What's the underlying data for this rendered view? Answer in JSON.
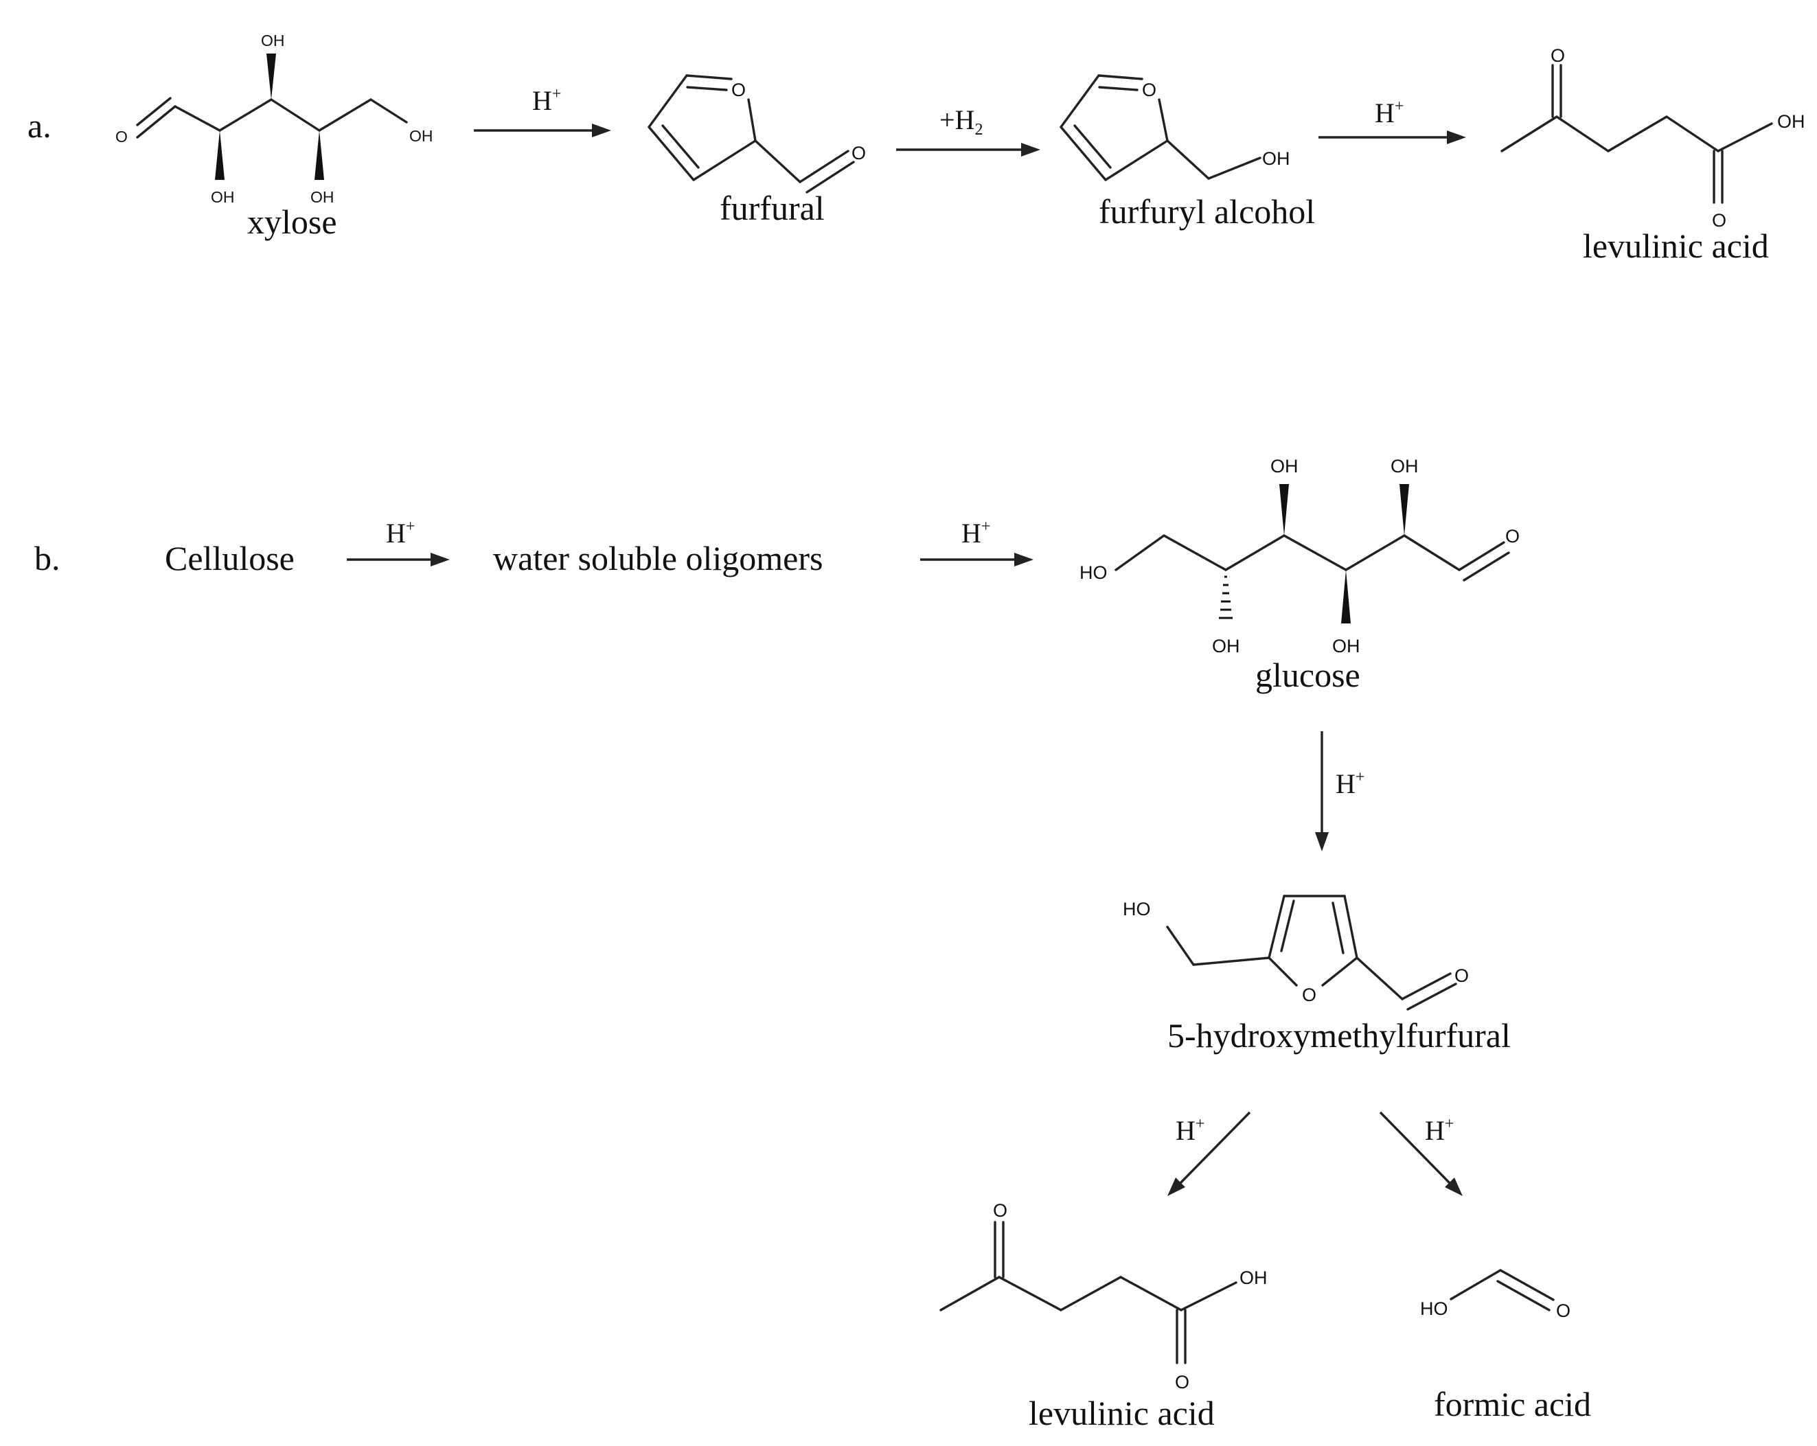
{
  "panel_labels": {
    "a": "a.",
    "b": "b."
  },
  "compounds": {
    "xylose": "xylose",
    "furfural": "furfural",
    "furfuryl_alcohol": "furfuryl alcohol",
    "levulinic_acid_a": "levulinic acid",
    "cellulose": "Cellulose",
    "oligomers": "water soluble oligomers",
    "glucose": "glucose",
    "hmf": "5-hydroxymethylfurfural",
    "levulinic_acid_b": "levulinic acid",
    "formic_acid": "formic acid"
  },
  "conditions": {
    "acid_base": "H",
    "acid_sup": "+",
    "hydrogen_base": "+H",
    "hydrogen_sub": "2"
  },
  "atoms": {
    "O": "O",
    "OH": "OH",
    "HO": "HO"
  }
}
